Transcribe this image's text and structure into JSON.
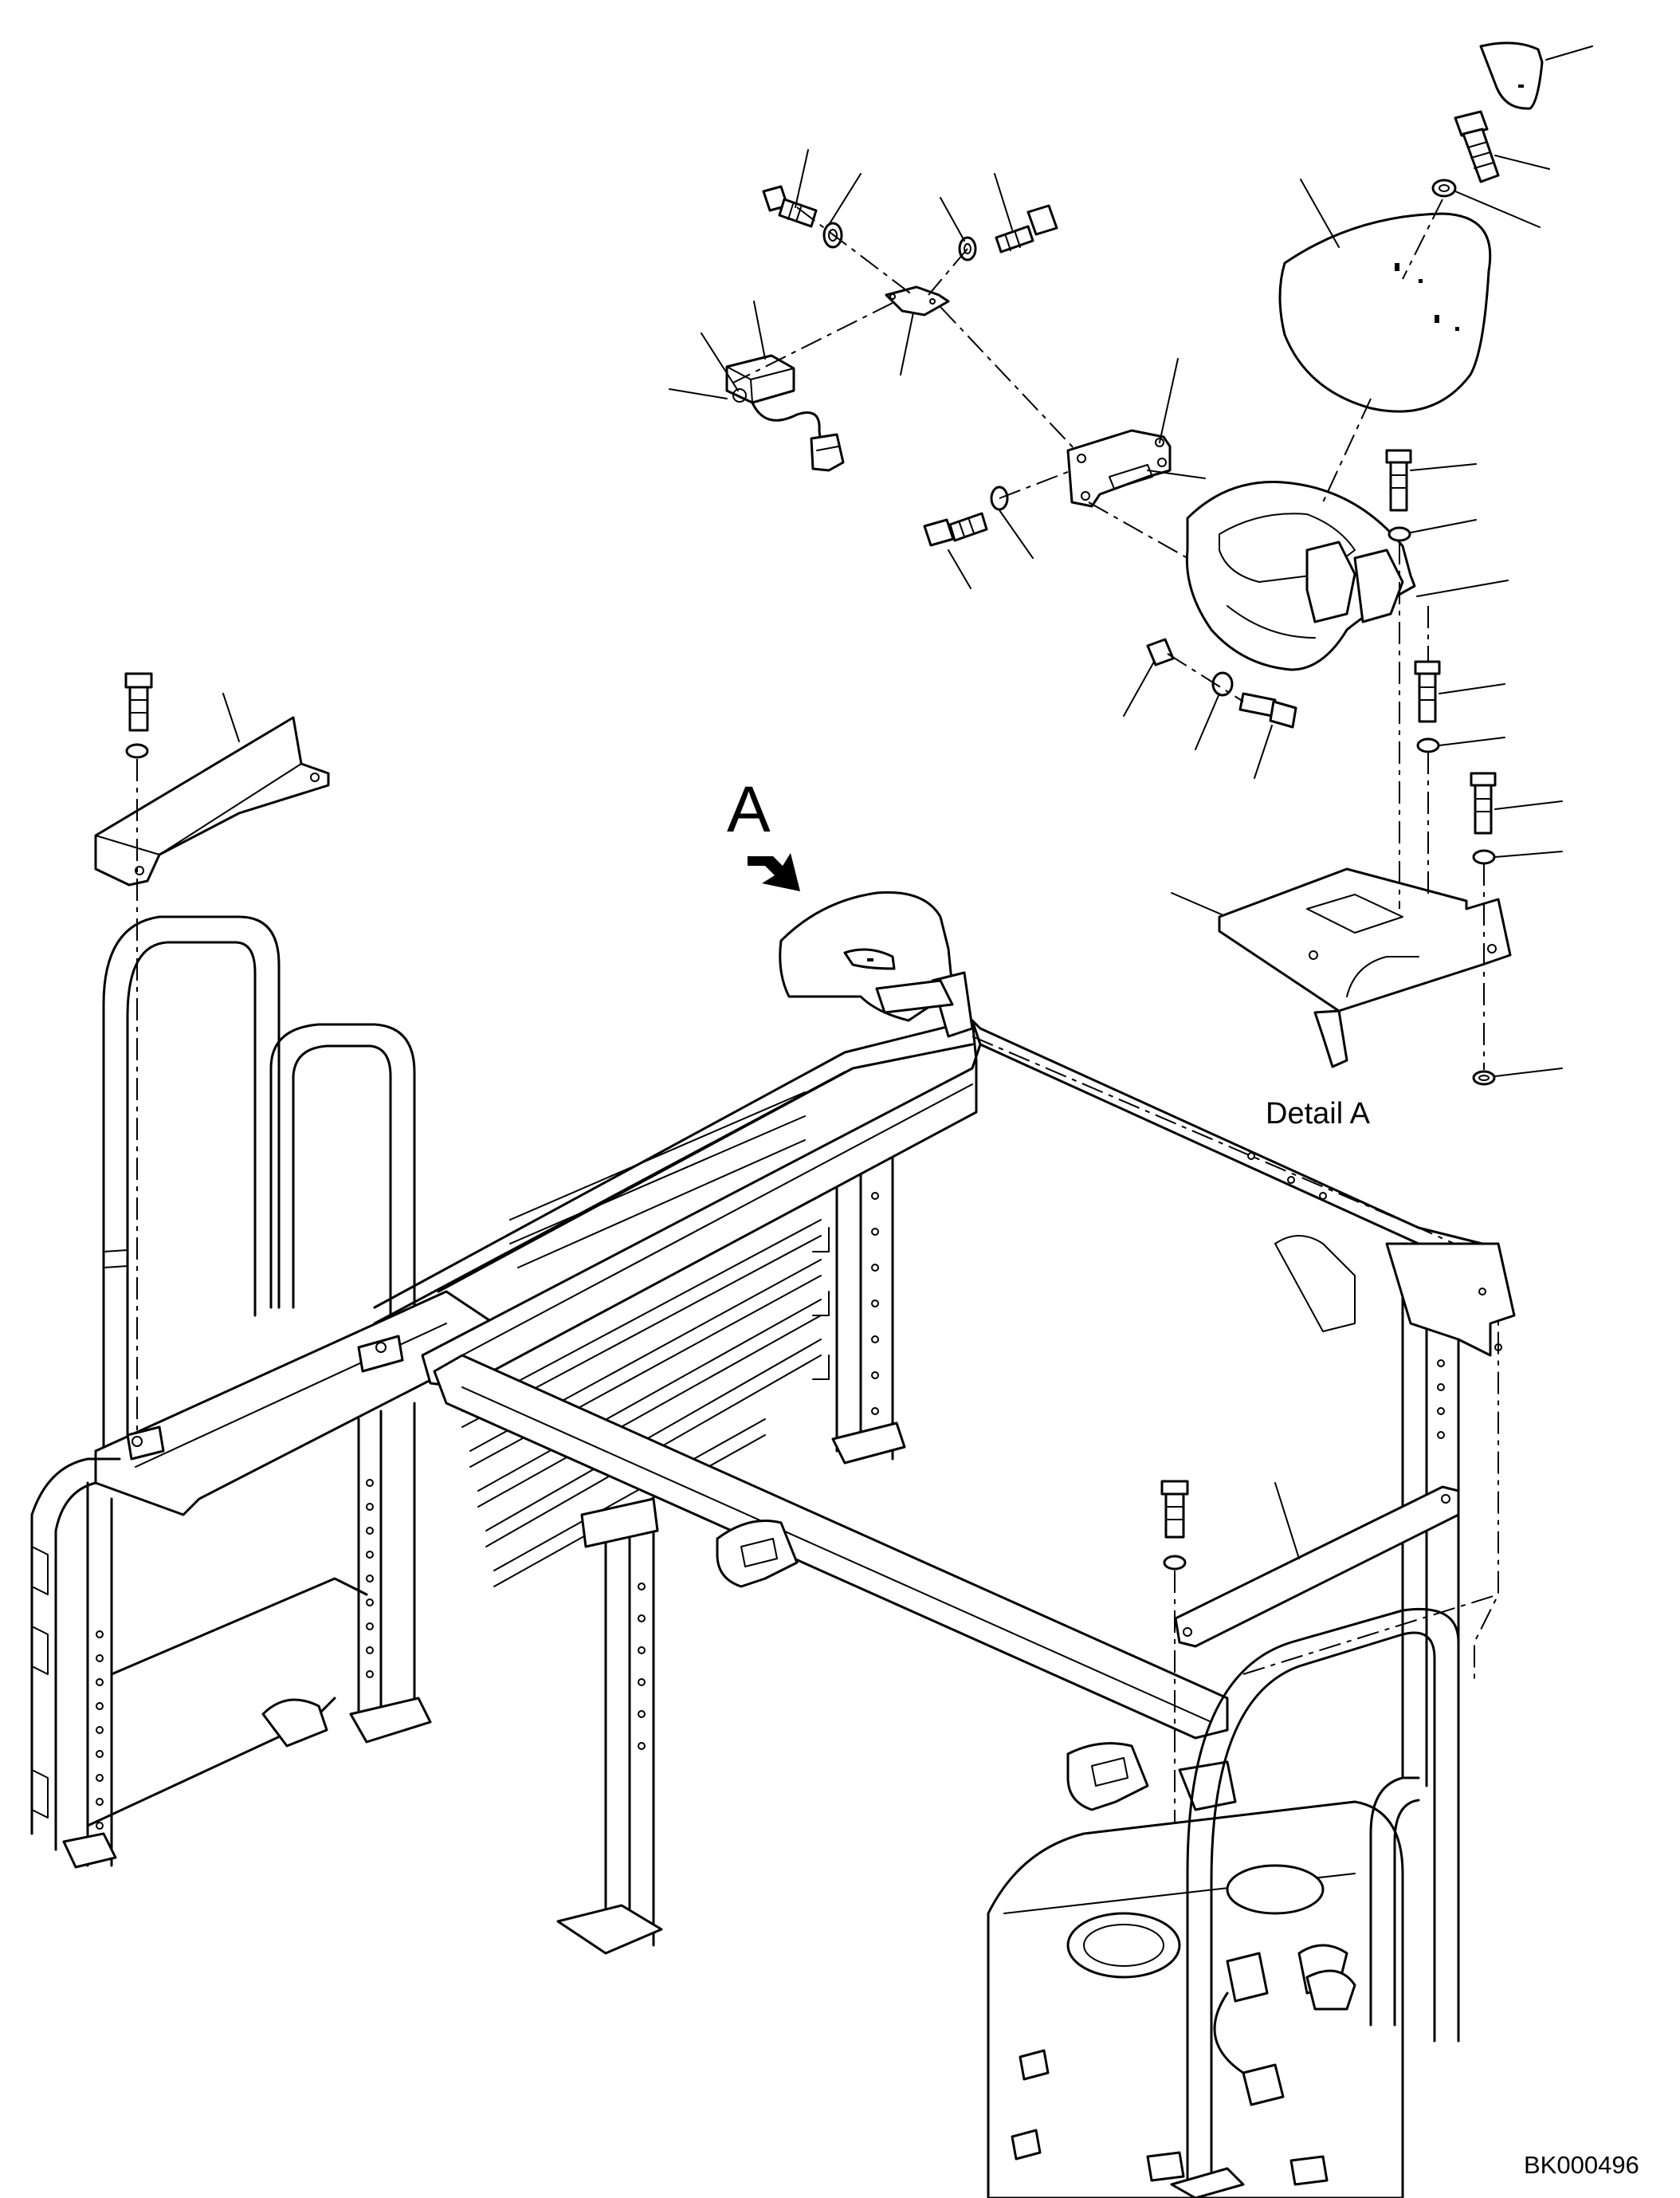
{
  "figure": {
    "view_letter": "A",
    "detail_caption": "Detail A",
    "drawing_code": "BK000496"
  },
  "colors": {
    "line": "#000000",
    "background": "#ffffff"
  }
}
